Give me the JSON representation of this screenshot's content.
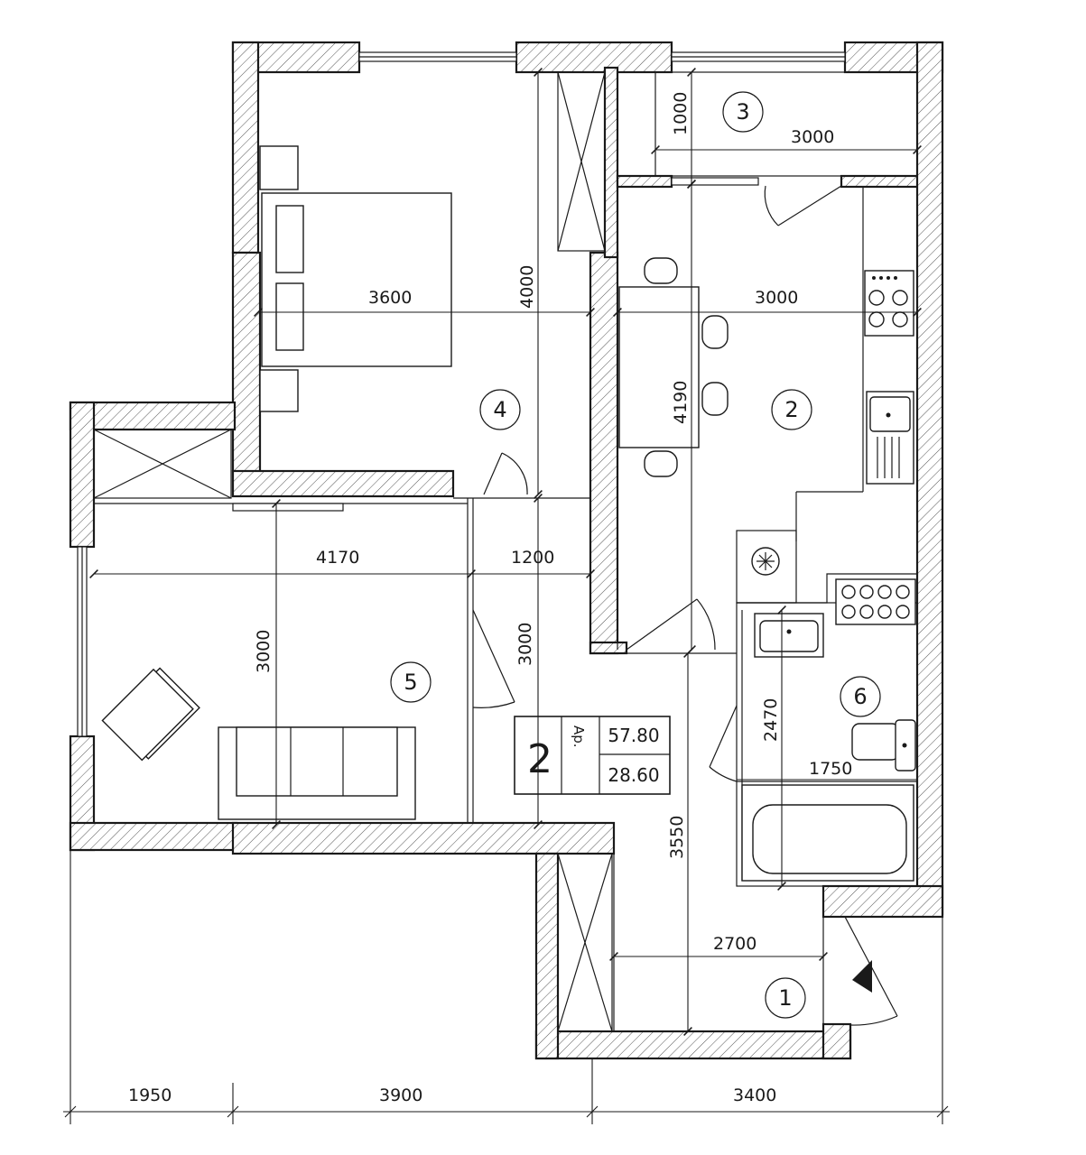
{
  "rooms": [
    {
      "number": "1"
    },
    {
      "number": "2"
    },
    {
      "number": "3"
    },
    {
      "number": "4"
    },
    {
      "number": "5"
    },
    {
      "number": "6"
    }
  ],
  "dimensions": {
    "balcony_depth": "1000",
    "balcony_width": "3000",
    "bedroom_width": "3600",
    "bedroom_depth": "4000",
    "kitchen_width": "3000",
    "kitchen_depth": "4190",
    "living_width": "4170",
    "corridor_width": "1200",
    "living_depth": "3000",
    "corridor_depth": "3000",
    "bath_depth": "2470",
    "bath_width": "1750",
    "hall_depth": "3550",
    "hall_width": "2700",
    "bottom_left": "1950",
    "bottom_mid": "3900",
    "bottom_right": "3400"
  },
  "summary_table": {
    "rooms_count": "2",
    "label_top": "Ар.",
    "total_area": "57.80",
    "living_area": "28.60"
  },
  "icons": [
    "snowflake-icon",
    "stove-icon",
    "sink-icon",
    "entrance-arrow-icon"
  ]
}
